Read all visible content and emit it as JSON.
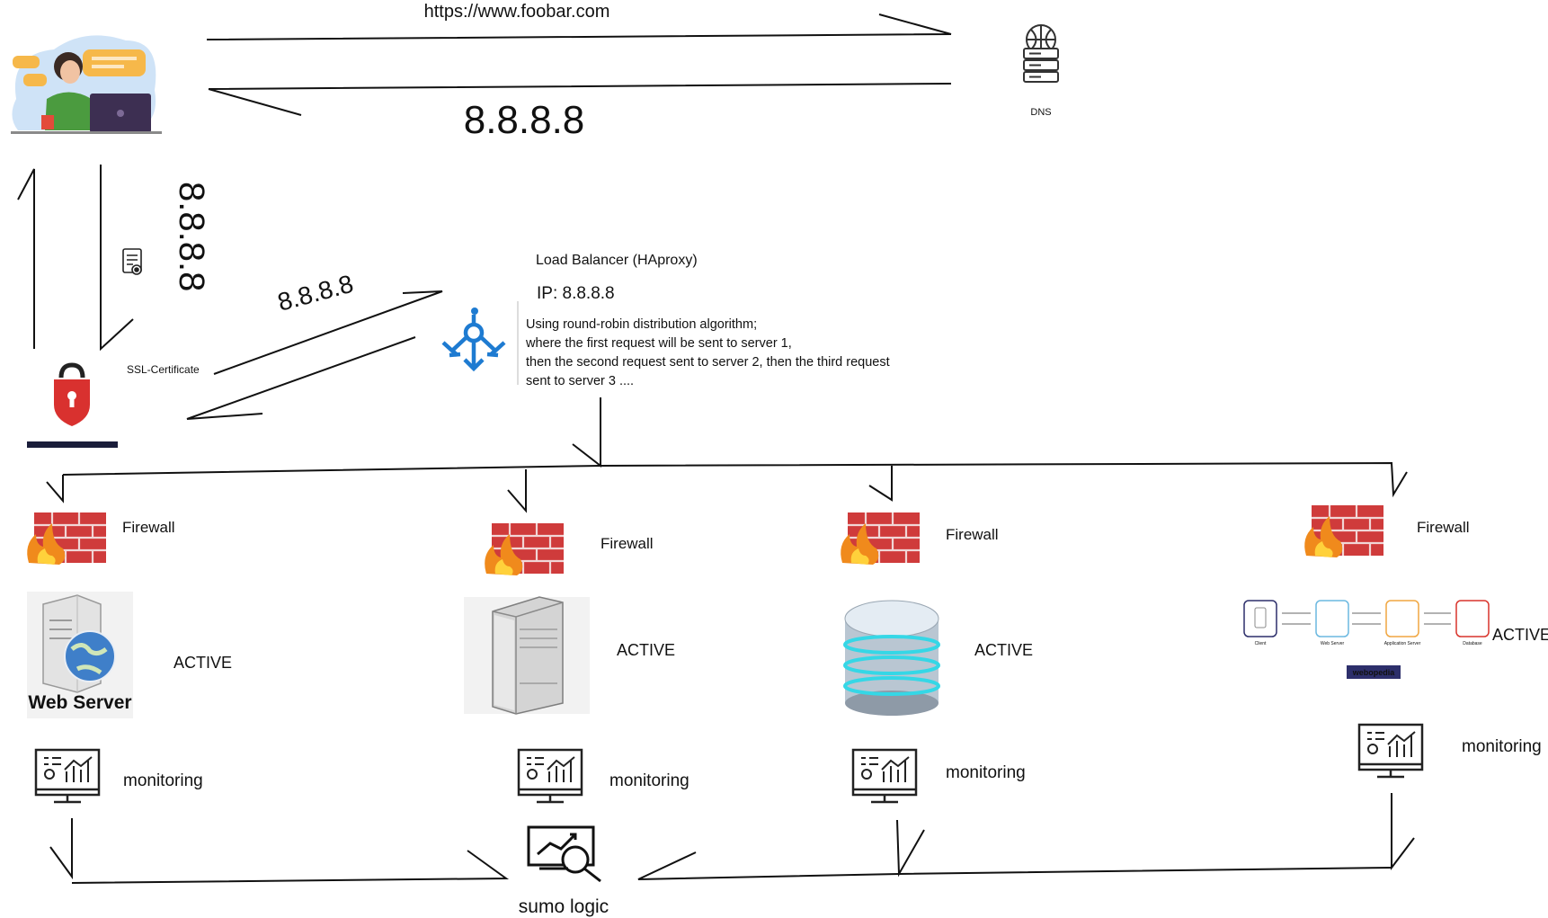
{
  "dns": {
    "request_url": "https://www.foobar.com",
    "response_ip": "8.8.8.8",
    "label": "DNS"
  },
  "client": {
    "response_ip_vertical": "8.8.8.8",
    "ssl_label": "SSL-Certificate"
  },
  "lb_link": {
    "ip": "8.8.8.8"
  },
  "load_balancer": {
    "title": "Load Balancer (HAproxy)",
    "ip_line": "IP:  8.8.8.8",
    "desc": [
      "Using round-robin distribution algorithm;",
      "where the first request will be sent to server 1,",
      "then the second request sent to server 2, then the third request",
      "sent to server 3 ...."
    ]
  },
  "servers": [
    {
      "firewall": "Firewall",
      "status": "ACTIVE",
      "monitoring": "monitoring",
      "caption": "Web Server"
    },
    {
      "firewall": "Firewall",
      "status": "ACTIVE",
      "monitoring": "monitoring"
    },
    {
      "firewall": "Firewall",
      "status": "ACTIVE",
      "monitoring": "monitoring"
    },
    {
      "firewall": "Firewall",
      "status": "ACTIVE",
      "monitoring": "monitoring",
      "app_diagram": {
        "labels": [
          "Client",
          "Web Server",
          "Application Server",
          "Database"
        ],
        "brand": "webopedia"
      }
    }
  ],
  "sumo": {
    "label": "sumo logic"
  },
  "colors": {
    "line": "#111111",
    "lb_blue": "#1e7bd1",
    "brick": "#d63d3d",
    "shield": "#d9312f",
    "cyan": "#35d7e6"
  }
}
